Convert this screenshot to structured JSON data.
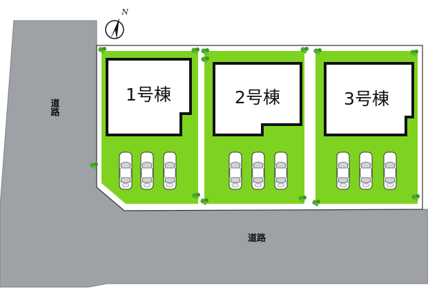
{
  "compass": {
    "label": "N"
  },
  "roads": {
    "west_label": "道路",
    "south_label": "道路"
  },
  "lots": [
    {
      "building_label": "1号棟",
      "parking_spaces": 3
    },
    {
      "building_label": "2号棟",
      "parking_spaces": 3
    },
    {
      "building_label": "3号棟",
      "parking_spaces": 3
    }
  ],
  "colors": {
    "road": "#9ea1a6",
    "lawn": "#7ed321",
    "building_fill": "#ffffff",
    "building_outline": "#111111",
    "shrub": "#4aa82a"
  }
}
